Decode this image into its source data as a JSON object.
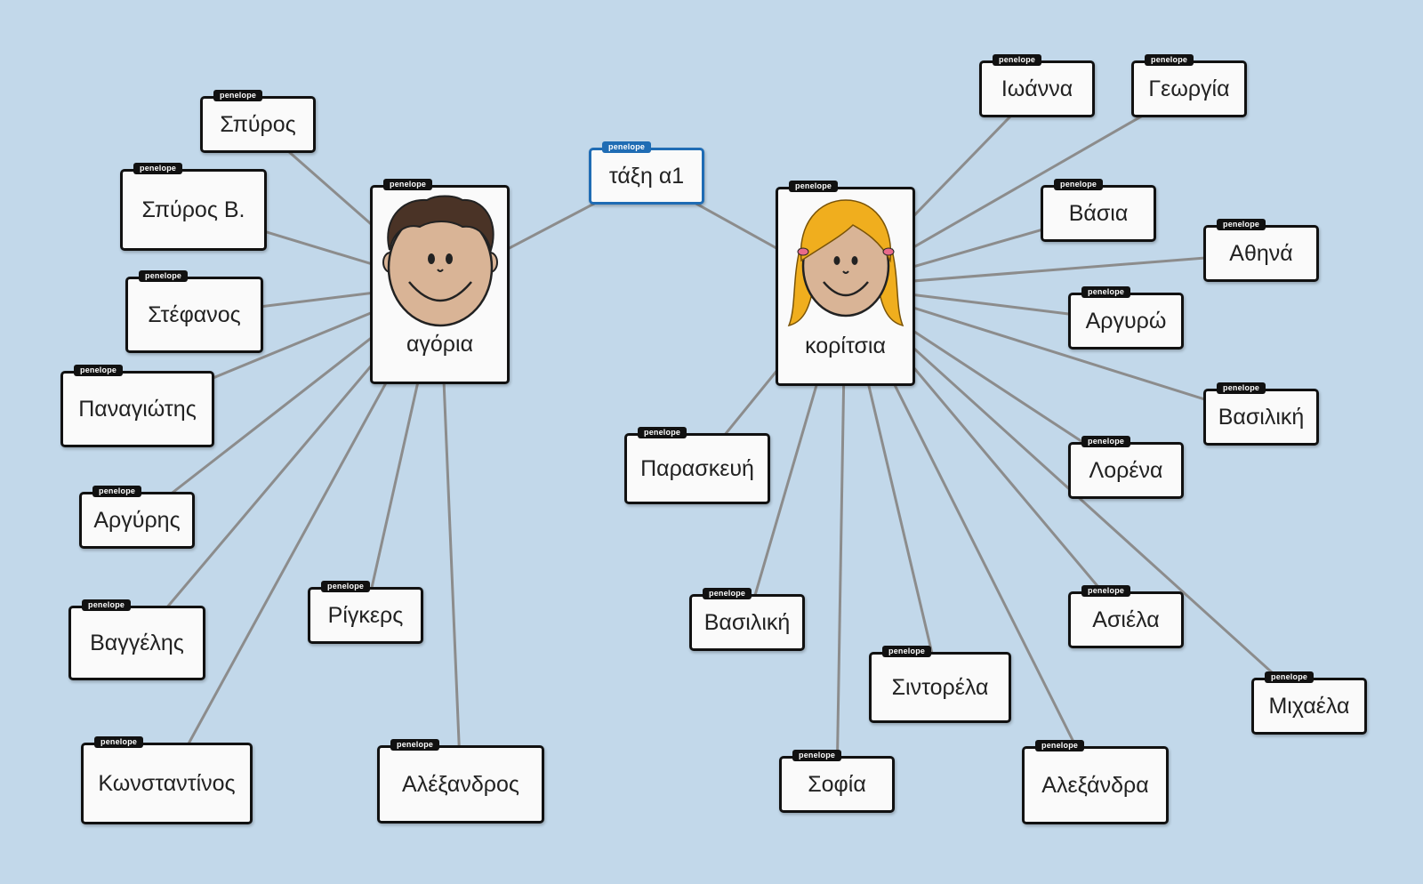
{
  "tag": "penelope",
  "center": {
    "label": "τάξη α1"
  },
  "groups": [
    {
      "id": "boys",
      "label": "αγόρια",
      "icon": "boy-face-icon"
    },
    {
      "id": "girls",
      "label": "κορίτσια",
      "icon": "girl-face-icon"
    }
  ],
  "nodes": [
    {
      "id": "b1",
      "group": "boys",
      "label": "Σπύρος"
    },
    {
      "id": "b2",
      "group": "boys",
      "label": "Σπύρος Β."
    },
    {
      "id": "b3",
      "group": "boys",
      "label": "Στέφανος"
    },
    {
      "id": "b4",
      "group": "boys",
      "label": "Παναγιώτης"
    },
    {
      "id": "b5",
      "group": "boys",
      "label": "Αργύρης"
    },
    {
      "id": "b6",
      "group": "boys",
      "label": "Βαγγέλης"
    },
    {
      "id": "b7",
      "group": "boys",
      "label": "Κωνσταντίνος"
    },
    {
      "id": "b8",
      "group": "boys",
      "label": "Ρίγκερς"
    },
    {
      "id": "b9",
      "group": "boys",
      "label": "Αλέξανδρος"
    },
    {
      "id": "g1",
      "group": "girls",
      "label": "Ιωάννα"
    },
    {
      "id": "g2",
      "group": "girls",
      "label": "Γεωργία"
    },
    {
      "id": "g3",
      "group": "girls",
      "label": "Βάσια"
    },
    {
      "id": "g4",
      "group": "girls",
      "label": "Αθηνά"
    },
    {
      "id": "g5",
      "group": "girls",
      "label": "Αργυρώ"
    },
    {
      "id": "g6",
      "group": "girls",
      "label": "Βασιλική"
    },
    {
      "id": "g7",
      "group": "girls",
      "label": "Λορένα"
    },
    {
      "id": "g8",
      "group": "girls",
      "label": "Ασιέλα"
    },
    {
      "id": "g9",
      "group": "girls",
      "label": "Μιχαέλα"
    },
    {
      "id": "g10",
      "group": "girls",
      "label": "Αλεξάνδρα"
    },
    {
      "id": "g11",
      "group": "girls",
      "label": "Σιντορέλα"
    },
    {
      "id": "g12",
      "group": "girls",
      "label": "Σοφία"
    },
    {
      "id": "g13",
      "group": "girls",
      "label": "Βασιλική"
    },
    {
      "id": "g14",
      "group": "girls",
      "label": "Παρασκευή"
    }
  ]
}
